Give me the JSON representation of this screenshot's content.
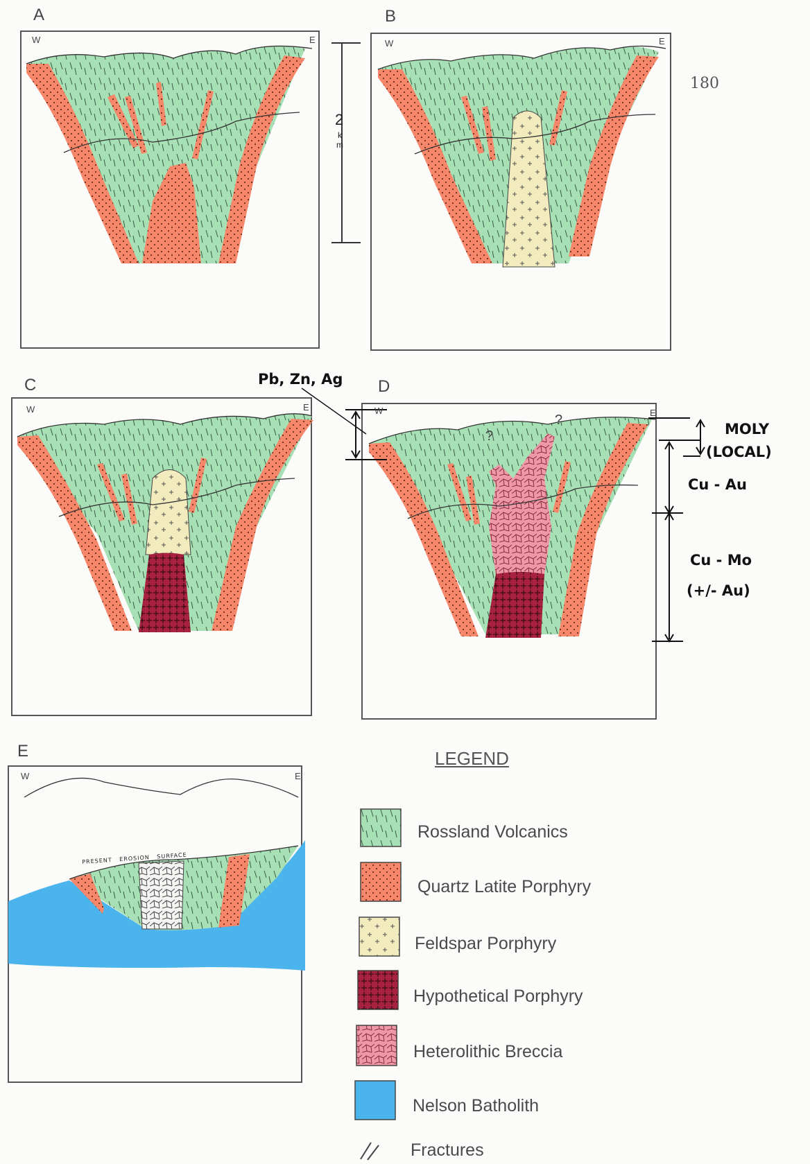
{
  "page_number": "180",
  "panels": [
    {
      "letter": "A",
      "west": "W",
      "east": "E"
    },
    {
      "letter": "B",
      "west": "W",
      "east": "E"
    },
    {
      "letter": "C",
      "west": "W",
      "east": "E"
    },
    {
      "letter": "D",
      "west": "W",
      "east": "E"
    },
    {
      "letter": "E",
      "west": "W",
      "east": "E"
    }
  ],
  "scale_bar": {
    "value": "2",
    "unit_k": "k",
    "unit_m": "m"
  },
  "annotations": {
    "pb_zn_ag": "Pb, Zn, Ag",
    "moly_line1": "MOLY",
    "moly_line2": "(LOCAL)",
    "cu_au": "Cu - Au",
    "cu_mo_line1": "Cu - Mo",
    "cu_mo_line2": "(+/- Au)"
  },
  "erosion_surface_label": "PRESENT   EROSION   SURFACE",
  "legend": {
    "title": "LEGEND",
    "items": [
      {
        "label": "Rossland  Volcanics",
        "color": "#8fd4a6"
      },
      {
        "label": "Quartz Latite Porphyry",
        "color": "#f6876a"
      },
      {
        "label": "Feldspar  Porphyry",
        "color": "#f2ecc0"
      },
      {
        "label": "Hypothetical  Porphyry",
        "color": "#a8243f"
      },
      {
        "label": "Heterolithic  Breccia",
        "color": "#ec93a2"
      },
      {
        "label": "Nelson  Batholith",
        "color": "#4bb4ec"
      },
      {
        "label": "Fractures",
        "color": "#555555"
      }
    ]
  }
}
